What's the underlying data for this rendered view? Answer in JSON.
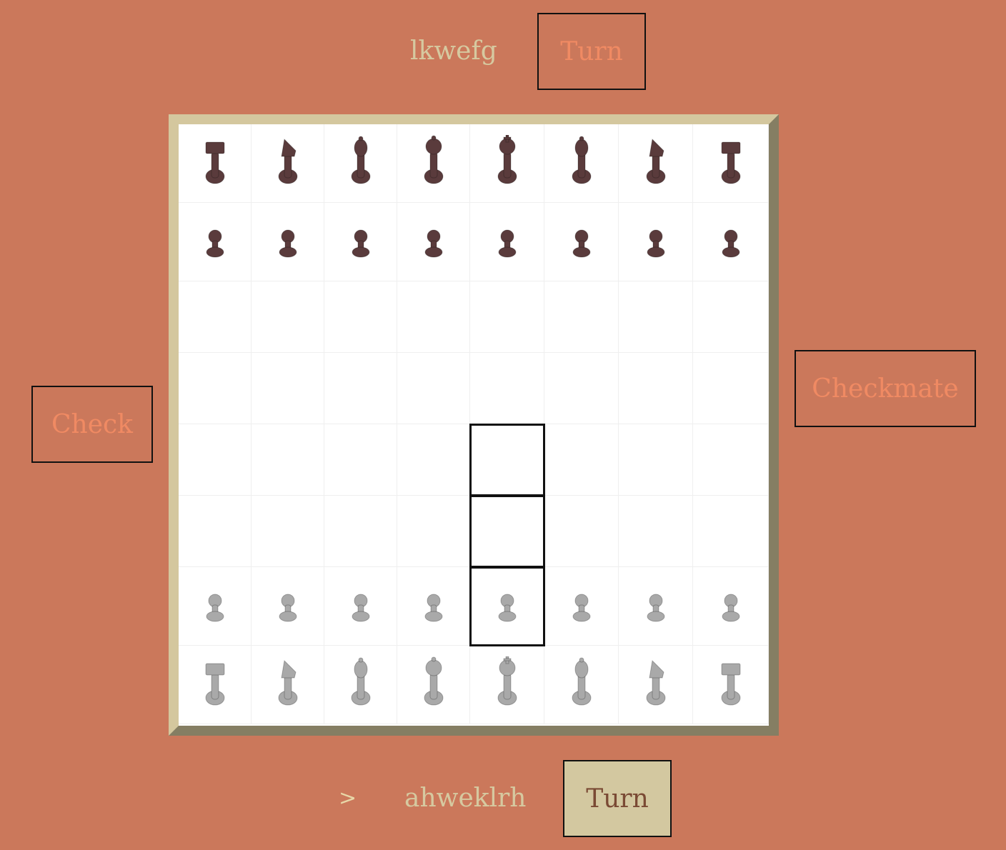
{
  "top_player": {
    "name": "lkwefg",
    "turn_label": "Turn",
    "active": false
  },
  "bottom_player": {
    "name": "ahweklrh",
    "turn_label": "Turn",
    "active": true,
    "indicator": ">"
  },
  "left_button": {
    "label": "Check"
  },
  "right_button": {
    "label": "Checkmate"
  },
  "colors": {
    "background": "#cb785b",
    "black_piece": "#5a3b3c",
    "white_piece": "#a9a9a9",
    "highlight": "#111111",
    "board": "#ffffff",
    "frame_light": "#d4c79e",
    "frame_dark": "#857e63"
  },
  "board": {
    "rows": [
      [
        "black-rook",
        "black-knight",
        "black-bishop",
        "black-queen",
        "black-king",
        "black-bishop",
        "black-knight",
        "black-rook"
      ],
      [
        "black-pawn",
        "black-pawn",
        "black-pawn",
        "black-pawn",
        "black-pawn",
        "black-pawn",
        "black-pawn",
        "black-pawn"
      ],
      [
        "",
        "",
        "",
        "",
        "",
        "",
        "",
        ""
      ],
      [
        "",
        "",
        "",
        "",
        "",
        "",
        "",
        ""
      ],
      [
        "",
        "",
        "",
        "",
        "",
        "",
        "",
        ""
      ],
      [
        "",
        "",
        "",
        "",
        "",
        "",
        "",
        ""
      ],
      [
        "white-pawn",
        "white-pawn",
        "white-pawn",
        "white-pawn",
        "white-pawn",
        "white-pawn",
        "white-pawn",
        "white-pawn"
      ],
      [
        "white-rook",
        "white-knight",
        "white-bishop",
        "white-queen",
        "white-king",
        "white-bishop",
        "white-knight",
        "white-rook"
      ]
    ],
    "highlighted_squares": [
      "e4",
      "e3",
      "e2"
    ]
  }
}
